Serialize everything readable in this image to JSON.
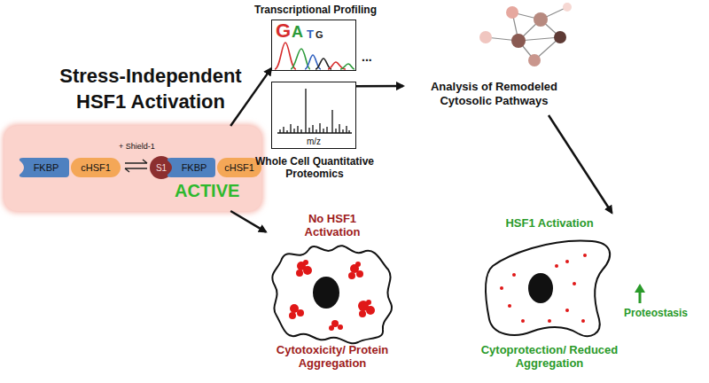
{
  "diagram": {
    "nodes": [
      {
        "text": [
          "ACTIVE"
        ]
      },
      {
        "text": [
          "FKBP"
        ],
        "in": 0
      },
      {
        "text": [
          "cHSF1"
        ],
        "in": 0
      },
      {
        "text": [
          "S1"
        ],
        "in": 0
      },
      {
        "text": [
          "FKBP"
        ],
        "in": 0
      },
      {
        "text": [
          "cHSF1"
        ],
        "in": 0
      },
      {
        "text": [
          "Transcriptional Profiling"
        ]
      },
      {
        "text": [
          "Whole Cell Quantitative Proteomics",
          "m/z"
        ]
      },
      {
        "text": [
          "Analysis of Remodeled Cytosolic Pathways"
        ]
      },
      {
        "text": [
          "No HSF1 Activation",
          "Cytotoxicity/ Protein Aggregation"
        ]
      },
      {
        "text": [
          "HSF1 Activation",
          "Cytoprotection/ Reduced Aggregation",
          "Proteostasis"
        ]
      }
    ],
    "edges": [
      {
        "from": 0,
        "to": 6,
        "arrow": "to"
      },
      {
        "from": 0,
        "to": 9,
        "arrow": "to"
      },
      {
        "from": 7,
        "to": 8,
        "arrow": "to"
      },
      {
        "from": 8,
        "to": 10,
        "arrow": "to"
      }
    ],
    "labels": [
      "Stress-Independent HSF1 Activation",
      "+ Shield-1",
      "G",
      "A",
      "T",
      "G",
      "..."
    ]
  }
}
